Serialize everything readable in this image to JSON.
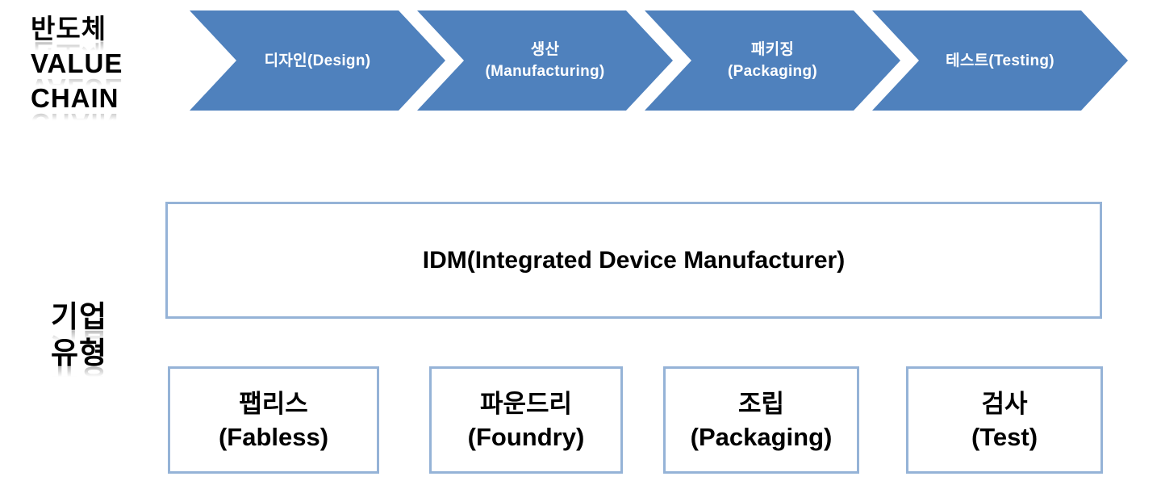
{
  "diagram": {
    "title": "semiconductor value chain",
    "row1_label": {
      "lines": [
        "반도체",
        "VALUE",
        "CHAIN"
      ]
    },
    "row2_label": {
      "lines": [
        "기업",
        "유형"
      ]
    },
    "process_arrows": [
      {
        "name": "design",
        "lines": [
          "디자인(Design)",
          ""
        ]
      },
      {
        "name": "manufacturing",
        "lines": [
          "생산",
          "(Manufacturing)"
        ]
      },
      {
        "name": "packaging",
        "lines": [
          "패키징",
          "(Packaging)"
        ]
      },
      {
        "name": "testing",
        "lines": [
          "테스트(Testing)",
          ""
        ]
      }
    ],
    "idm_box": {
      "label": "IDM(Integrated Device Manufacturer)"
    },
    "company_boxes": [
      {
        "name": "fabless",
        "lines": [
          "팹리스",
          "(Fabless)"
        ]
      },
      {
        "name": "foundry",
        "lines": [
          "파운드리",
          "(Foundry)"
        ]
      },
      {
        "name": "packaging",
        "lines": [
          "조립",
          "(Packaging)"
        ]
      },
      {
        "name": "test",
        "lines": [
          "검사",
          "(Test)"
        ]
      }
    ],
    "colors": {
      "arrow_fill": "#4F81BD",
      "arrow_text": "#FFFFFF",
      "box_border": "#95B3D7",
      "label_text": "#000000",
      "background": "#FFFFFF"
    }
  }
}
